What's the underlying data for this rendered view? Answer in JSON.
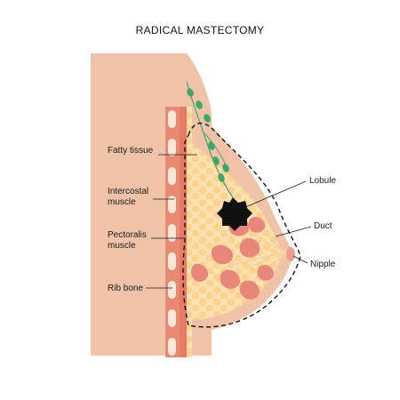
{
  "title": "RADICAL MASTECTOMY",
  "labels": {
    "fatty_tissue": "Fatty tissue",
    "intercostal_line1": "Intercostal",
    "intercostal_line2": "muscle",
    "pectoralis_line1": "Pectoralis",
    "pectoralis_line2": "muscle",
    "rib_bone": "Rib bone",
    "lobule": "Lobule",
    "duct": "Duct",
    "nipple": "Nipple"
  },
  "colors": {
    "skin": "#f0c3a8",
    "muscle": "#e88a72",
    "rib": "#fbe7d9",
    "fat": "#fde1b2",
    "fat_cell": "#fcd28e",
    "lobule": "#e9867c",
    "lymph_node": "#3fa66a",
    "tumor": "#111111",
    "cut_line": "#111111"
  }
}
